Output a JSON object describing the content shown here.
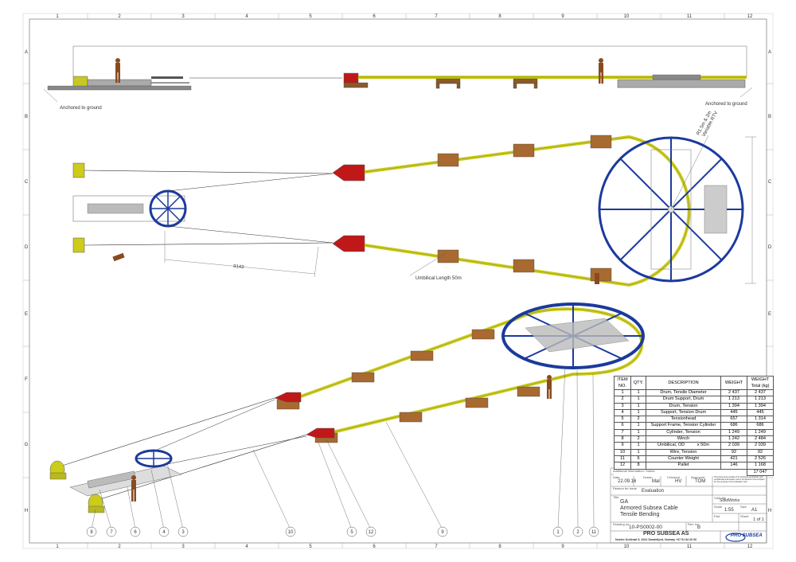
{
  "frame": {
    "columns": [
      "1",
      "2",
      "3",
      "4",
      "5",
      "6",
      "7",
      "8",
      "9",
      "10",
      "11",
      "12"
    ],
    "rows": [
      "A",
      "B",
      "C",
      "D",
      "E",
      "F",
      "G",
      "H"
    ]
  },
  "notes": {
    "anchored_left": "Anchored to ground",
    "anchored_right": "Anchored to ground",
    "radius_note": "R1.5m & 2m",
    "radius_note2": "Variable RTV",
    "dimension": "9143",
    "umbilical_length": "Umbilical Length 50m"
  },
  "bubbles": [
    "8",
    "7",
    "6",
    "4",
    "3",
    "10",
    "5",
    "12",
    "9",
    "1",
    "2",
    "11"
  ],
  "bom": {
    "headers": [
      "ITEM NO.",
      "QTY.",
      "DESCRIPTION",
      "WEIGHT",
      "WEIGHT Total (kg)"
    ],
    "rows": [
      [
        "1",
        "1",
        "Drum, Tensile Diameter",
        "2 437",
        "2 437"
      ],
      [
        "2",
        "1",
        "Drum Support, Drum",
        "1 213",
        "1 213"
      ],
      [
        "3",
        "1",
        "Drum, Tension",
        "1 394",
        "1 394"
      ],
      [
        "4",
        "1",
        "Support, Tension Drum",
        "445",
        "445"
      ],
      [
        "5",
        "2",
        "Tensionhead",
        "657",
        "1 314"
      ],
      [
        "6",
        "1",
        "Support Frame, Tension Cylinder",
        "686",
        "686"
      ],
      [
        "7",
        "1",
        "Cylinder, Tension",
        "1 249",
        "1 249"
      ],
      [
        "8",
        "2",
        "Winch",
        "1 242",
        "2 484"
      ],
      [
        "9",
        "1",
        "Umbilical, OD          x 50m",
        "2 039",
        "2 039"
      ],
      [
        "10",
        "1",
        "Wire, Tension",
        "92",
        "92"
      ],
      [
        "11",
        "6",
        "Counter Weight",
        "421",
        "2 526"
      ],
      [
        "12",
        "8",
        "Pallet",
        "146",
        "1 168"
      ]
    ],
    "total": "17 047"
  },
  "title_block": {
    "additional_info": "Additional Information / Notes",
    "date_label": "Date",
    "date": "22.09.16",
    "drawn_label": "Drawn",
    "drawn": "Mal",
    "checked_label": "Checked",
    "checked": "HV",
    "approved_label": "Approved",
    "approved": "TOM",
    "reason_label": "Reason for issue",
    "reason": "Evaluation",
    "title_label": "Title",
    "title_line1": "GA",
    "title_line2": "Armored Subsea Cable",
    "title_line3": "Tensile Bending",
    "drawing_label": "Drawing no.",
    "drawing": "10-PS0002-00",
    "rev_label": "Rev. no.",
    "rev": "B",
    "cad_label": "CAD file",
    "cad": "SolidWorks",
    "scale_label": "Scale",
    "scale": "1:55",
    "size_label": "Size",
    "size": "A1",
    "part_label": "Part",
    "sheet_label": "Sheet",
    "sheet": "1 of 1",
    "company": "PRO SUBSEA AS",
    "address": "Nordre Kullerød 5, 3241 Sandefjord, Norway  +47 91 84 26 06",
    "logo_text": "PRO SUBSEA",
    "confidential": "This document contains Pro Subsea's proprietary and confidential information and is furnished to the recipient for the purpose of its evaluation only."
  },
  "colors": {
    "drum_blue": "#1b3a9c",
    "umbilical_yellow": "#cccc1a",
    "tensionhead_red": "#c01818",
    "pallet_brown": "#8a5a2b"
  }
}
